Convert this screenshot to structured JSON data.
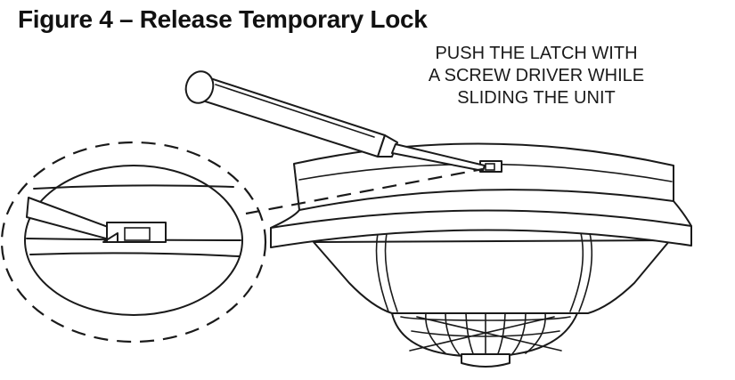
{
  "figure": {
    "title": "Figure 4 – Release Temporary Lock",
    "callout_lines": [
      "PUSH THE LATCH WITH",
      "A SCREW DRIVER WHILE",
      "SLIDING THE UNIT"
    ]
  },
  "colors": {
    "ink": "#1a1a1a",
    "background": "#ffffff"
  }
}
